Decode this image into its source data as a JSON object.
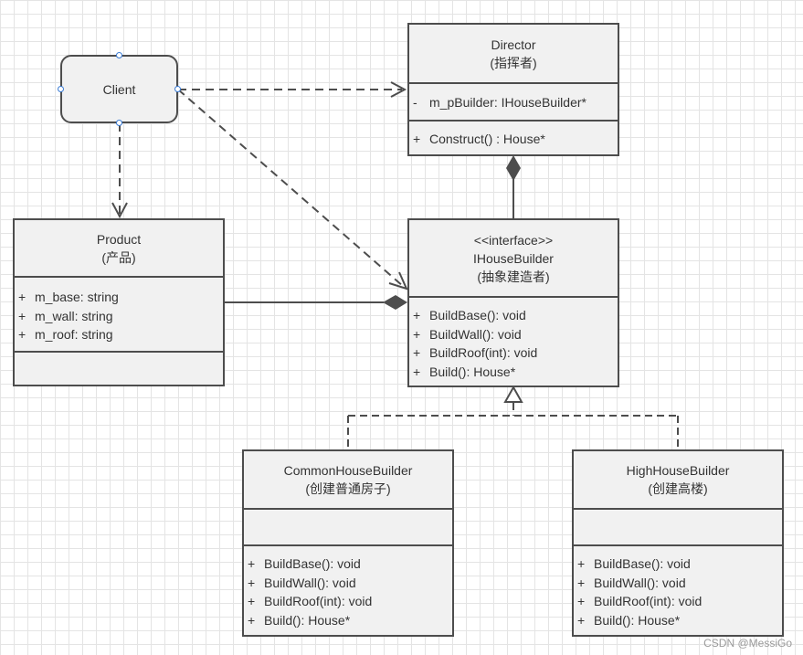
{
  "client": {
    "label": "Client"
  },
  "director": {
    "name": "Director",
    "subtitle": "(指挥者)",
    "attributes": [
      {
        "vis": "-",
        "text": "m_pBuilder: IHouseBuilder*"
      }
    ],
    "methods": [
      {
        "vis": "+",
        "text": "Construct() : House*"
      }
    ]
  },
  "product": {
    "name": "Product",
    "subtitle": "(产品)",
    "attributes": [
      {
        "vis": "+",
        "text": "m_base: string"
      },
      {
        "vis": "+",
        "text": "m_wall: string"
      },
      {
        "vis": "+",
        "text": "m_roof: string"
      }
    ]
  },
  "ihousebuilder": {
    "stereotype": "<<interface>>",
    "name": "IHouseBuilder",
    "subtitle": "(抽象建造者)",
    "methods": [
      {
        "vis": "+",
        "text": "BuildBase(): void"
      },
      {
        "vis": "+",
        "text": "BuildWall(): void"
      },
      {
        "vis": "+",
        "text": "BuildRoof(int): void"
      },
      {
        "vis": "+",
        "text": "Build(): House*"
      }
    ]
  },
  "common_builder": {
    "name": "CommonHouseBuilder",
    "subtitle": "(创建普通房子)",
    "methods": [
      {
        "vis": "+",
        "text": "BuildBase(): void"
      },
      {
        "vis": "+",
        "text": "BuildWall(): void"
      },
      {
        "vis": "+",
        "text": "BuildRoof(int): void"
      },
      {
        "vis": "+",
        "text": "Build(): House*"
      }
    ]
  },
  "high_builder": {
    "name": "HighHouseBuilder",
    "subtitle": "(创建高楼)",
    "methods": [
      {
        "vis": "+",
        "text": "BuildBase(): void"
      },
      {
        "vis": "+",
        "text": "BuildWall(): void"
      },
      {
        "vis": "+",
        "text": "BuildRoof(int): void"
      },
      {
        "vis": "+",
        "text": "Build(): House*"
      }
    ]
  },
  "watermark": "CSDN @MessiGo"
}
